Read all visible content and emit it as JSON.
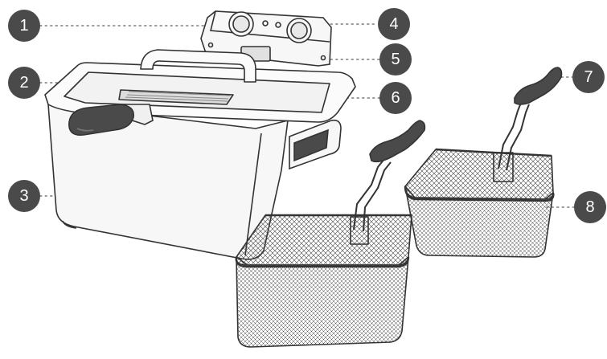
{
  "callouts": [
    {
      "number": "1",
      "target": "left-control-knob"
    },
    {
      "number": "2",
      "target": "lid"
    },
    {
      "number": "3",
      "target": "fryer-body"
    },
    {
      "number": "4",
      "target": "right-control-knob"
    },
    {
      "number": "5",
      "target": "viewing-window"
    },
    {
      "number": "6",
      "target": "side-handle"
    },
    {
      "number": "7",
      "target": "basket-handle"
    },
    {
      "number": "8",
      "target": "frying-basket"
    }
  ],
  "colors": {
    "badge": "#4a4a4a",
    "badge_text": "#ffffff",
    "line": "#333333",
    "body_fill": "#f7f7f7",
    "handle_fill": "#4a4a4a",
    "mesh": "#444444",
    "leader": "#999999"
  }
}
